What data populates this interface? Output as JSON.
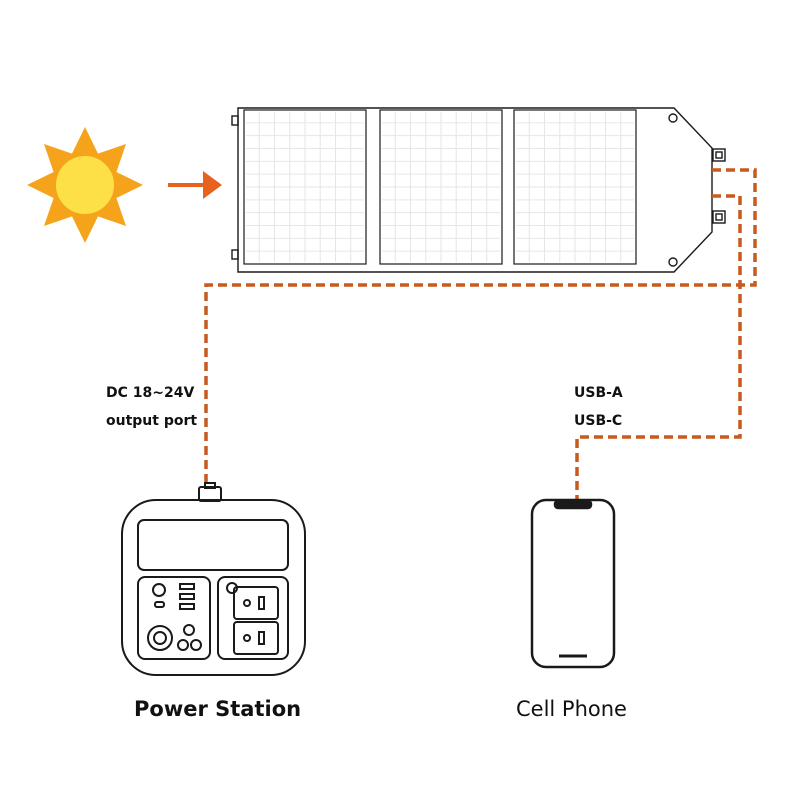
{
  "labels": {
    "dc_port_line1": "DC 18~24V",
    "dc_port_line2": "output port",
    "usb_a": "USB-A",
    "usb_c": "USB-C",
    "power_station": "Power Station",
    "cell_phone": "Cell Phone"
  },
  "colors": {
    "sun_rays": "#f5a31a",
    "sun_core": "#fde047",
    "arrow": "#e8621f",
    "cable": "#c75a1c",
    "outline": "#1a1a1a",
    "panel_grid": "#e6e6e6"
  },
  "icons": [
    "sun-icon",
    "arrow-right-icon",
    "solar-panel-icon",
    "power-station-icon",
    "cell-phone-icon"
  ]
}
